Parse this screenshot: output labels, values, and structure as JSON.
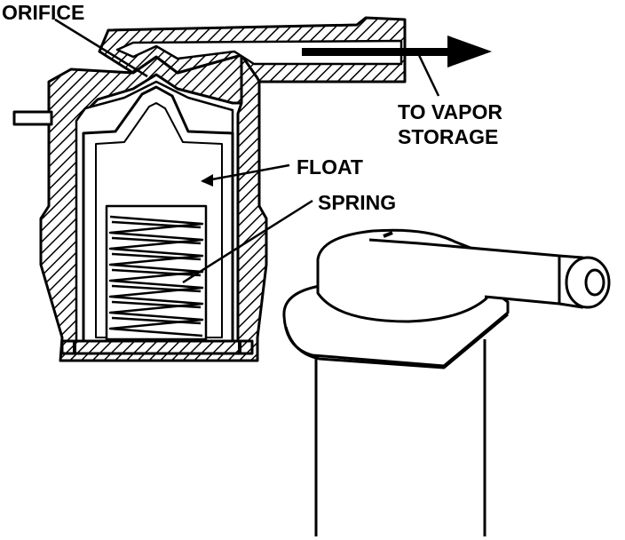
{
  "labels": {
    "orifice": "ORIFICE",
    "to_vapor_line1": "TO VAPOR",
    "to_vapor_line2": "STORAGE",
    "float": "FLOAT",
    "spring": "SPRING"
  },
  "colors": {
    "ink": "#000000",
    "paper": "#ffffff"
  }
}
